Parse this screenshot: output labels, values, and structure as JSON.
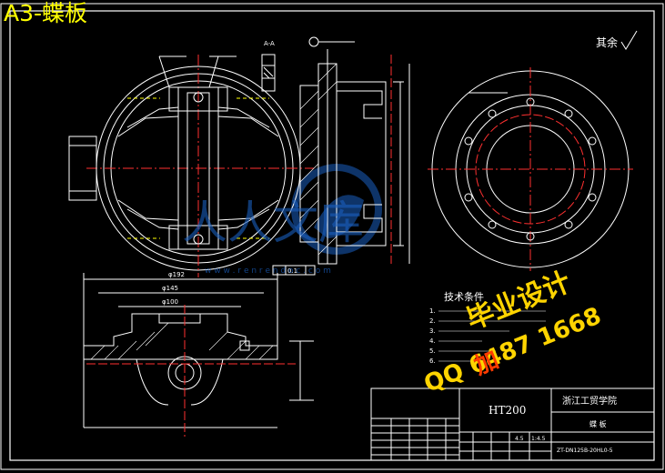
{
  "title": "A3-蝶板",
  "roughness_note": "其余",
  "tech_title": "技术条件",
  "tech_items": [
    "1.",
    "2.",
    "3.",
    "4.",
    "5.",
    "6."
  ],
  "material": "HT200",
  "school": "浙江工贸学院",
  "part_name": "蝶 板",
  "drawing_no": "ZT-DN125B-20HL0-5",
  "scale_values": [
    "4.5",
    "1:4.5"
  ],
  "dimensions": {
    "d1": "φ192",
    "d2": "φ145",
    "d3": "φ100",
    "flatness": "0.1"
  },
  "section_label": "A-A",
  "watermark_site": "w w w . r e n r e n d o c . c o m",
  "watermark_cn": "人人文库",
  "watermark_ad1": "毕业设计",
  "watermark_ad2": "QQ 6487 1668",
  "watermark_ad3": "加"
}
